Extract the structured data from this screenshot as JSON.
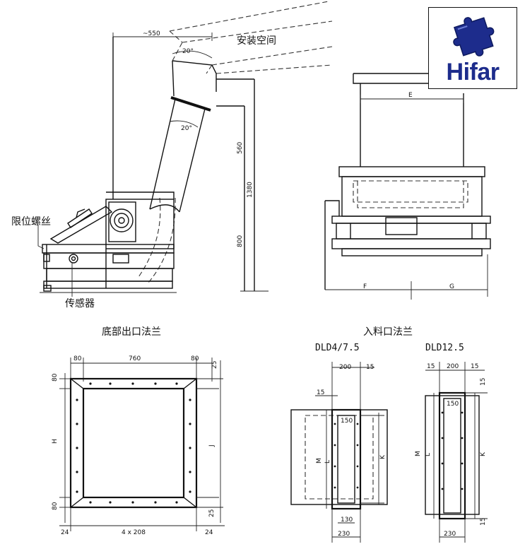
{
  "logo": {
    "brand": "Hifar",
    "color": "#1d2c8c",
    "icon": "puzzle-piece-icon"
  },
  "side_view": {
    "label_install_space": "安装空间",
    "label_limit_screw": "限位螺丝",
    "label_sensor": "传感器",
    "dim_width": "~550",
    "dim_angle_top": "20°",
    "dim_angle_mid": "20°",
    "dim_560": "560",
    "dim_1380": "1380",
    "dim_800": "800"
  },
  "front_view": {
    "dim_e": "E",
    "dim_f": "F",
    "dim_g": "G"
  },
  "bottom_flange": {
    "title": "底部出口法兰",
    "dim_left": "80",
    "dim_mid": "760",
    "dim_right": "80",
    "dim_top_side": "25",
    "dim_left_top": "80",
    "dim_h": "H",
    "dim_left_bottom": "80",
    "dim_j": "J",
    "dim_right_bottom": "25",
    "dim_bottom_left": "24",
    "dim_bottom_mid": "4 x 208",
    "dim_bottom_right": "24"
  },
  "inlet_flange": {
    "title": "入料口法兰",
    "model_a": "DLD4/7.5",
    "model_b": "DLD12.5",
    "a_dim_200": "200",
    "a_dim_15_top": "15",
    "a_dim_15_side": "15",
    "a_dim_150": "150",
    "a_dim_m": "M",
    "a_dim_l": "L",
    "a_dim_k": "K",
    "a_dim_130": "130",
    "a_dim_230": "230",
    "b_dim_15_left": "15",
    "b_dim_200": "200",
    "b_dim_15_right": "15",
    "b_dim_15_side": "15",
    "b_dim_150": "150",
    "b_dim_m": "M",
    "b_dim_l": "L",
    "b_dim_k": "K",
    "b_dim_15_bottom": "15",
    "b_dim_230": "230"
  }
}
